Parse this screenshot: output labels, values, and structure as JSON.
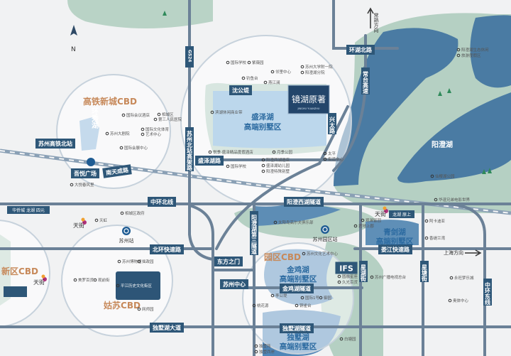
{
  "compass": {
    "north_label": "N"
  },
  "directions": [
    {
      "label": "常熟方向",
      "icon": "arrow-up-icon"
    },
    {
      "label": "上海方向",
      "icon": "arrow-right-icon"
    }
  ],
  "project": {
    "name": "镜湖原著",
    "subtitle": "JINGHU YUANZHU"
  },
  "roads": [
    "G524",
    "苏州北站高架路",
    "环湖北路",
    "常台高速",
    "兴太路",
    "盛泽湖路",
    "南天成路",
    "中环北线",
    "阳澄西湖隧道",
    "阳澄湖第三隧道",
    "北环快速路",
    "娄江快速路",
    "东方之门",
    "苏州中心",
    "金鸡湖隧道",
    "星湖街",
    "星塘街",
    "中环东线",
    "独墅湖隧道",
    "独墅湖大道",
    "苏州高铁北站",
    "吾悦广场",
    "沈公堤",
    "IFS"
  ],
  "districts": [
    {
      "label": "高铁新城CBD",
      "style": "orange"
    },
    {
      "label": "新区CBD",
      "style": "orange"
    },
    {
      "label": "姑苏CBD",
      "style": "orange"
    },
    {
      "label": "园区CBD",
      "style": "orange"
    },
    {
      "label": "盛泽湖",
      "style": "blue"
    },
    {
      "label": "高端别墅区",
      "style": "blue"
    },
    {
      "label": "金鸡湖",
      "style": "blue"
    },
    {
      "label": "高端别墅区",
      "style": "blue"
    },
    {
      "label": "独墅湖",
      "style": "blue"
    },
    {
      "label": "高端别墅区",
      "style": "blue"
    },
    {
      "label": "青剑湖",
      "style": "blue"
    },
    {
      "label": "高端别墅区",
      "style": "blue"
    },
    {
      "label": "阳澄湖",
      "style": "white"
    },
    {
      "label": "环秀湖",
      "style": "white"
    }
  ],
  "stations": [
    "苏州站",
    "苏州园区站"
  ],
  "pois": [
    "苏州大剧院",
    "国际会议酒店",
    "国际文化体育",
    "艺术中心",
    "国际会展中心",
    "相城区",
    "第三人民医院",
    "大悦春风里",
    "国际学校",
    "紫薇园",
    "邻里中心",
    "苏州大学附一院",
    "阳澄湖分院",
    "钓鱼台",
    "燕江澜",
    "滨湖休闲商业带",
    "悦季·盛泽精品度假酒店",
    "月季公园",
    "国际学校",
    "阳澄西湖酒店",
    "盛泽湖幼儿园",
    "阳澄特殊别墅",
    "太平",
    "街道中心",
    "阳澄湖生态休闲",
    "旅游度假区",
    "仙樱湖公园",
    "华谊兄弟电影世界",
    "天虹",
    "相城区政府",
    "苏州博物馆",
    "拙政园",
    "平江历史文化街区",
    "观前街",
    "美罗百货",
    "网师园",
    "太阳岛高尔夫俱乐部",
    "苏州文化艺术中心",
    "圆融星座",
    "久光百货",
    "李公堤",
    "国际1号",
    "御园",
    "桃花源",
    "铜雀台",
    "独墅苑",
    "独墅西岸",
    "白塘园",
    "观澜留园",
    "君地上郡",
    "阿卡迪亚",
    "香缇兰湾",
    "苏州广播电视总台",
    "永旺梦乐城",
    "奥体中心"
  ],
  "brands": [
    "天街",
    "天街",
    "天街",
    "龙湖 原上",
    "华侨城 龙湖 四元"
  ]
}
